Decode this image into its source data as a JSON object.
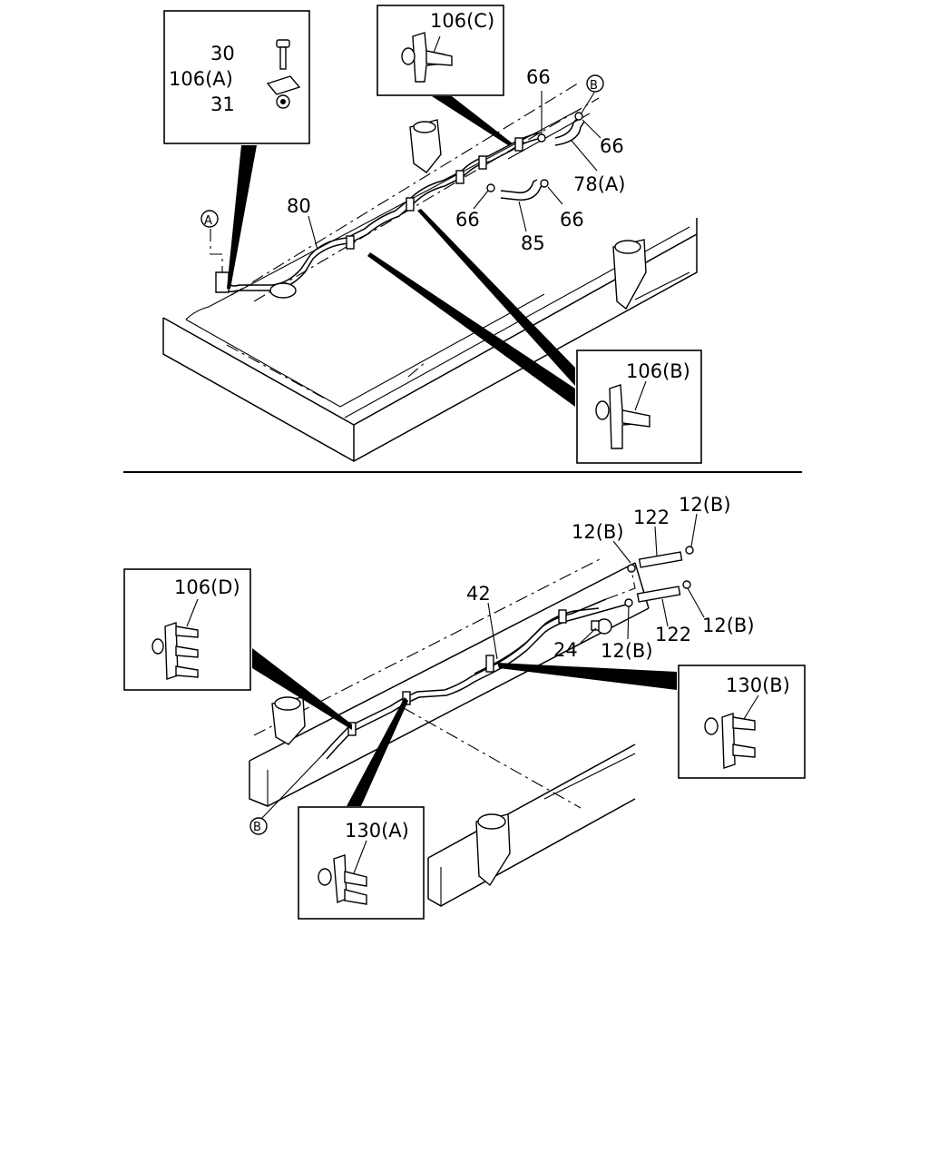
{
  "top": {
    "callouts": {
      "c_30": "30",
      "c_106a": "106(A)",
      "c_31": "31",
      "c_106c": "106(C)",
      "c_66_top": "66",
      "c_B_top": "B",
      "c_66_right": "66",
      "c_78a": "78(A)",
      "c_80": "80",
      "c_A": "A",
      "c_66_mid": "66",
      "c_66_mid2": "66",
      "c_85": "85",
      "c_106b": "106(B)"
    }
  },
  "bottom": {
    "callouts": {
      "c_12b_1": "12(B)",
      "c_122_top": "122",
      "c_12b_2": "12(B)",
      "c_42": "42",
      "c_106d": "106(D)",
      "c_24": "24",
      "c_12b_3": "12(B)",
      "c_122_bot": "122",
      "c_12b_4": "12(B)",
      "c_130b": "130(B)",
      "c_B_bot": "B",
      "c_130a": "130(A)"
    }
  }
}
